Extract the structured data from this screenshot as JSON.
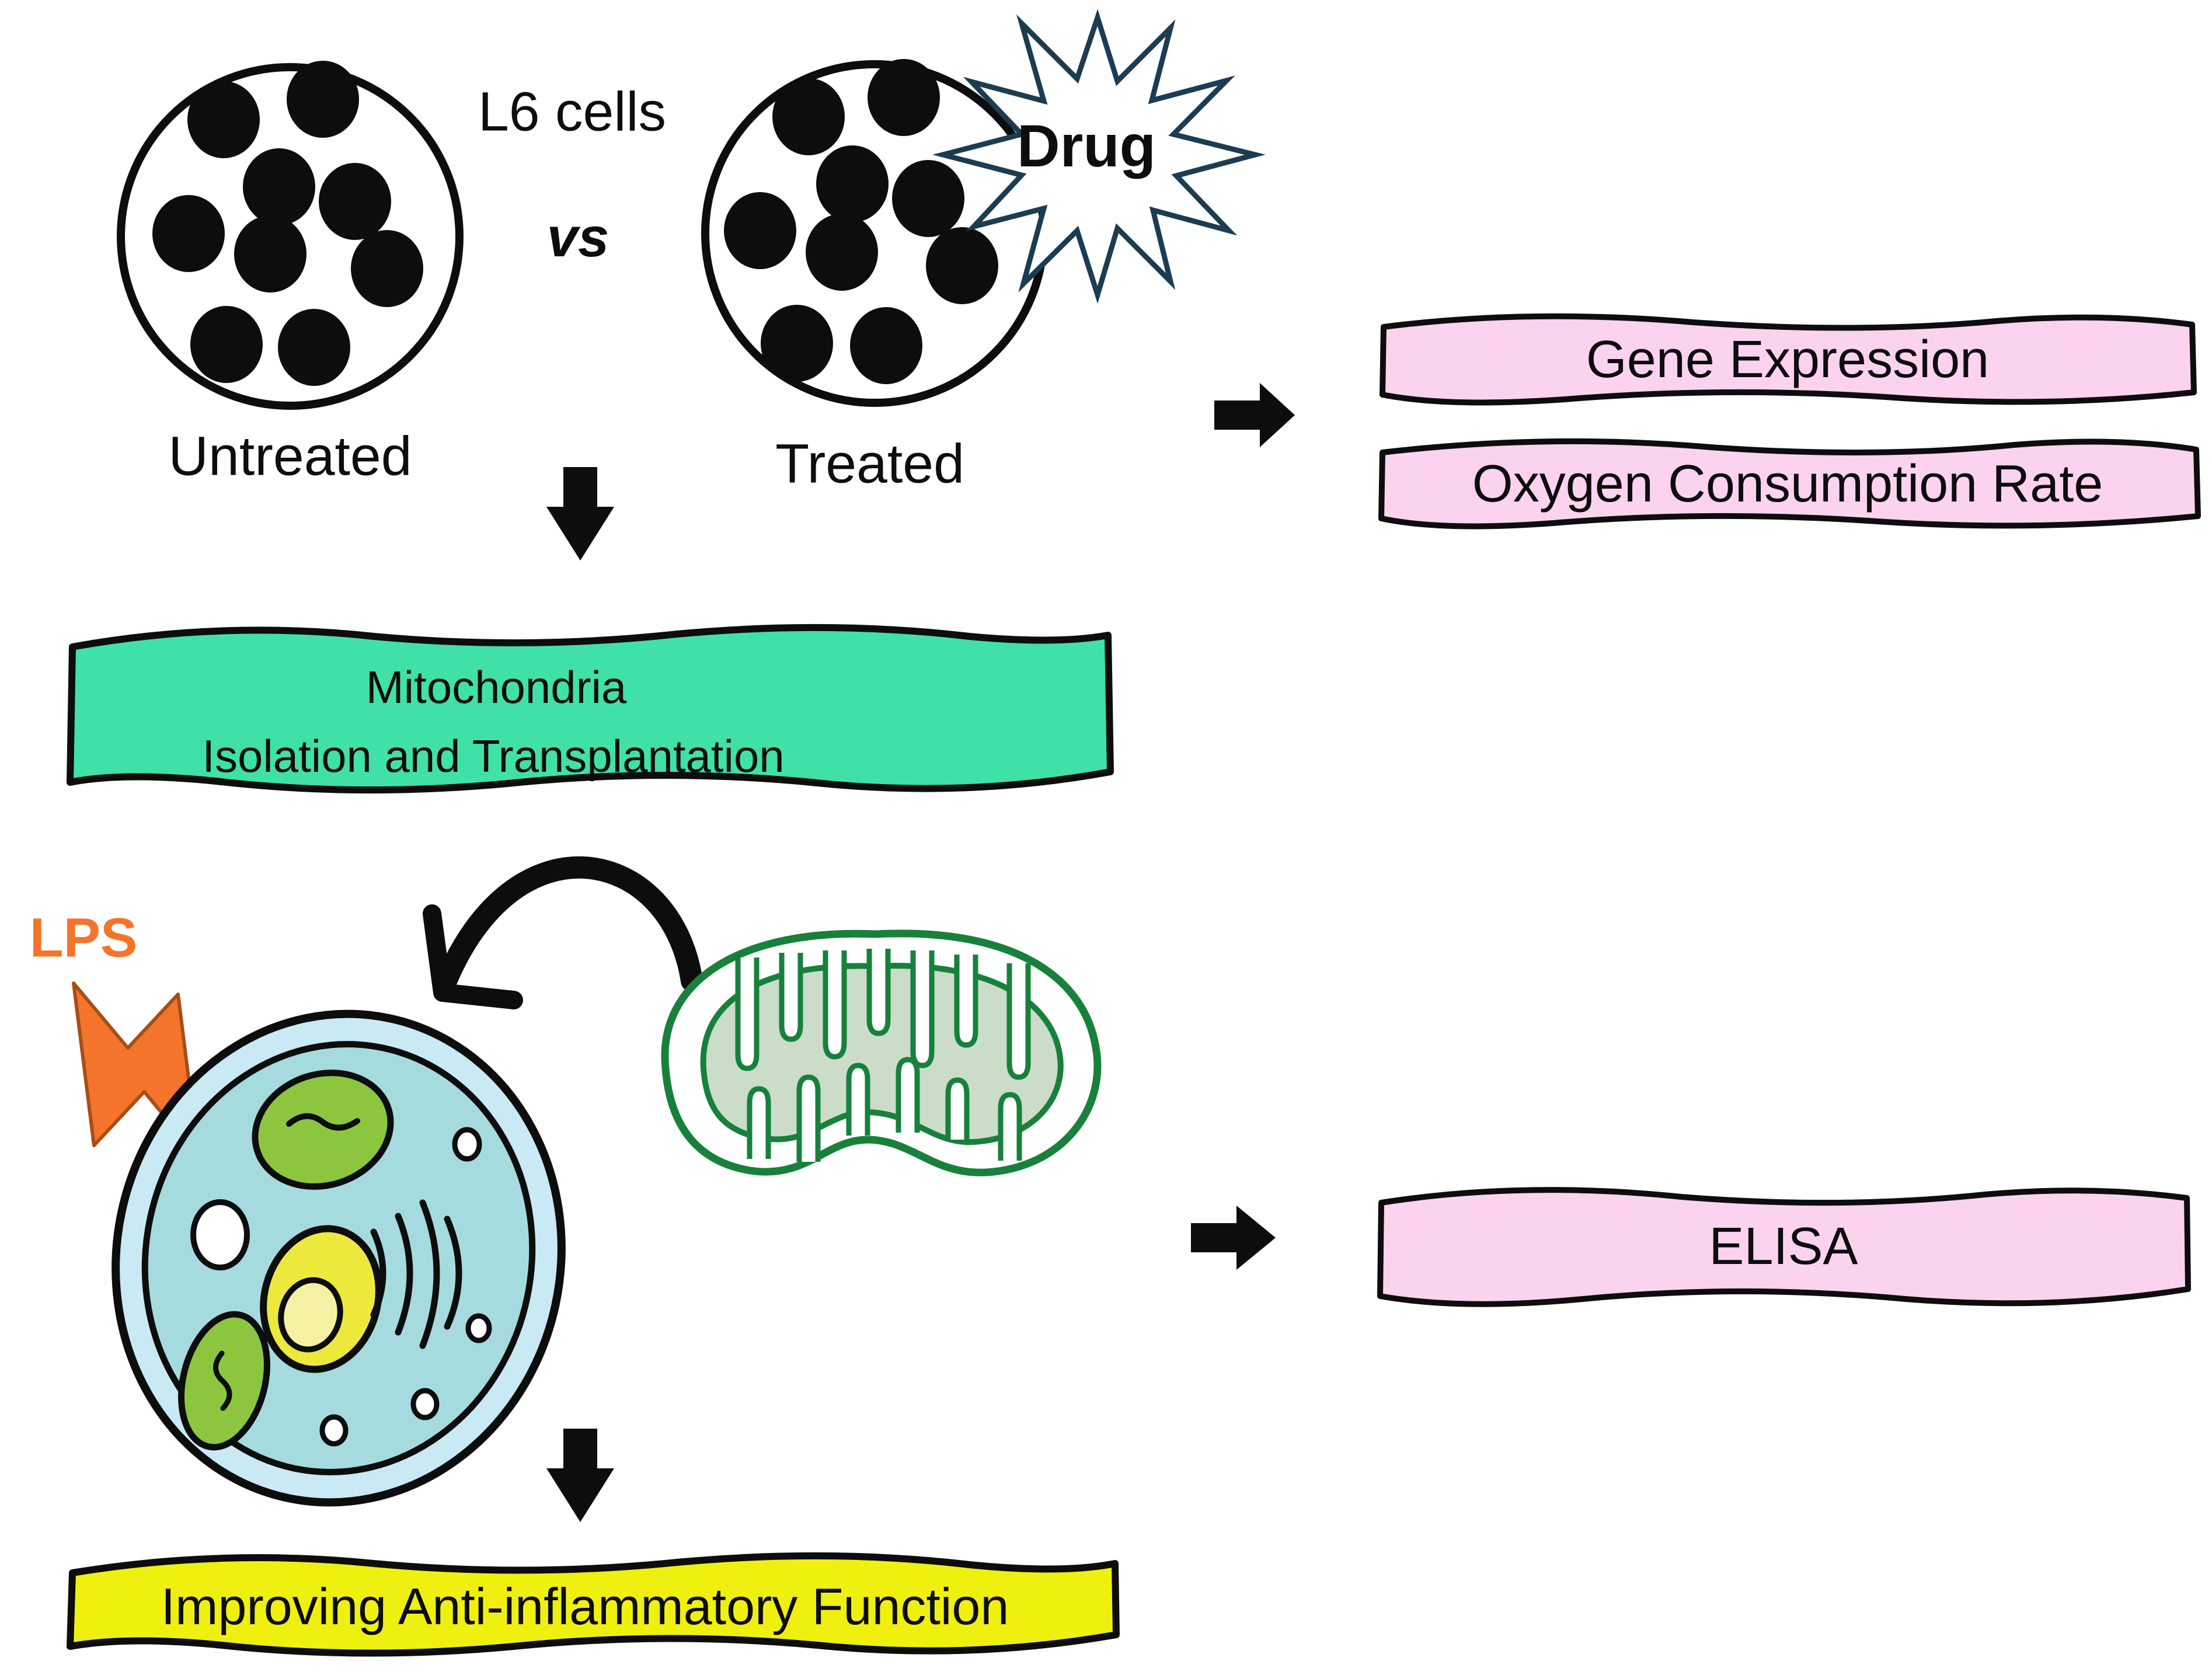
{
  "figure": {
    "comparison": {
      "cell_line_label": "L6 cells",
      "vs_label": "vs",
      "untreated_label": "Untreated",
      "treated_label": "Treated",
      "drug_label": "Drug"
    },
    "assay_boxes": {
      "gene_expression": "Gene Expression",
      "oxygen_consumption_rate": "Oxygen Consumption Rate",
      "elisa": "ELISA"
    },
    "process_box": {
      "line1": "Mitochondria",
      "line2": "Isolation and Transplantation"
    },
    "outcome_box": "Improving Anti-inflammatory Function",
    "lps_label": "LPS",
    "colors": {
      "assay_box_fill": "#FCD3EE",
      "process_box_fill": "#3FE1A8",
      "outcome_box_fill": "#EFF00F",
      "lps_orange": "#F4742B",
      "lps_bolt_outline": "#A84E15",
      "starburst_outline": "#1C3C52",
      "cell_outer_fill": "#C9EAF4",
      "cell_inner_fill": "#A5DBDF",
      "organelle_green": "#8CC63F",
      "nucleus_yellow": "#EDE93C",
      "nucleolus_yellow": "#F6F0A2",
      "mito_outline": "#17813C",
      "mito_matrix_fill": "#CBDCC8",
      "ink": "#0D0D0D"
    }
  }
}
